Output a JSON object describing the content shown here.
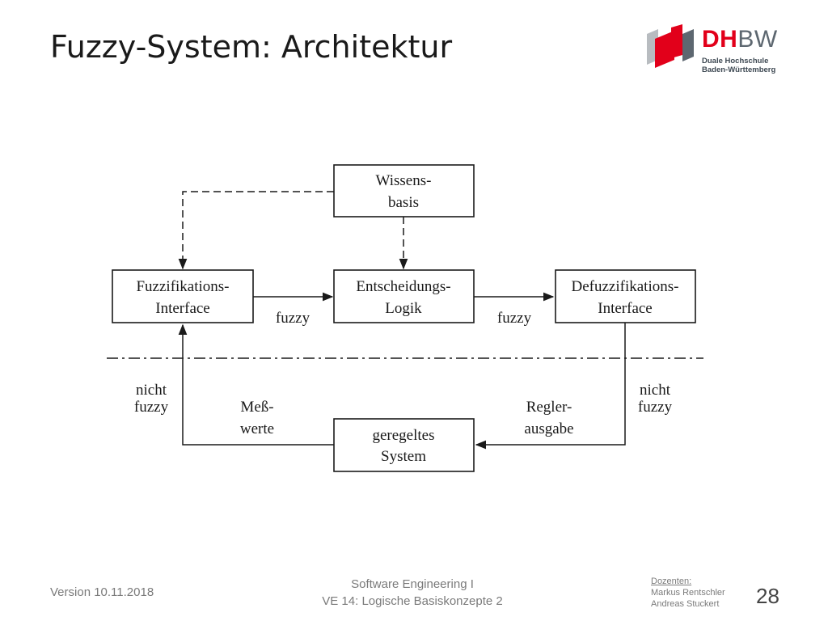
{
  "slide": {
    "title": "Fuzzy-System: Architektur"
  },
  "logo": {
    "word_red": "DH",
    "word_grey": "BW",
    "line1": "Duale Hochschule",
    "line2": "Baden-Württemberg",
    "colors": {
      "red": "#e2001a",
      "grey": "#5d6770"
    }
  },
  "diagram": {
    "boxes": {
      "knowledge_base": {
        "line1": "Wissens-",
        "line2": "basis"
      },
      "fuzzification": {
        "line1": "Fuzzifikations-",
        "line2": "Interface"
      },
      "decision_logic": {
        "line1": "Entscheidungs-",
        "line2": "Logik"
      },
      "defuzzification": {
        "line1": "Defuzzifikations-",
        "line2": "Interface"
      },
      "controlled_system": {
        "line1": "geregeltes",
        "line2": "System"
      }
    },
    "labels": {
      "fuzzy_left": "fuzzy",
      "fuzzy_right": "fuzzy",
      "not_fuzzy_left_1": "nicht",
      "not_fuzzy_left_2": "fuzzy",
      "not_fuzzy_right_1": "nicht",
      "not_fuzzy_right_2": "fuzzy",
      "measured_1": "Meß-",
      "measured_2": "werte",
      "controller_1": "Regler-",
      "controller_2": "ausgabe"
    }
  },
  "footer": {
    "version": "Version 10.11.2018",
    "course": "Software Engineering I",
    "lecture": "VE 14: Logische Basiskonzepte 2",
    "lecturers_header": "Dozenten:",
    "lecturer_1": "Markus Rentschler",
    "lecturer_2": "Andreas Stuckert",
    "page": "28"
  }
}
